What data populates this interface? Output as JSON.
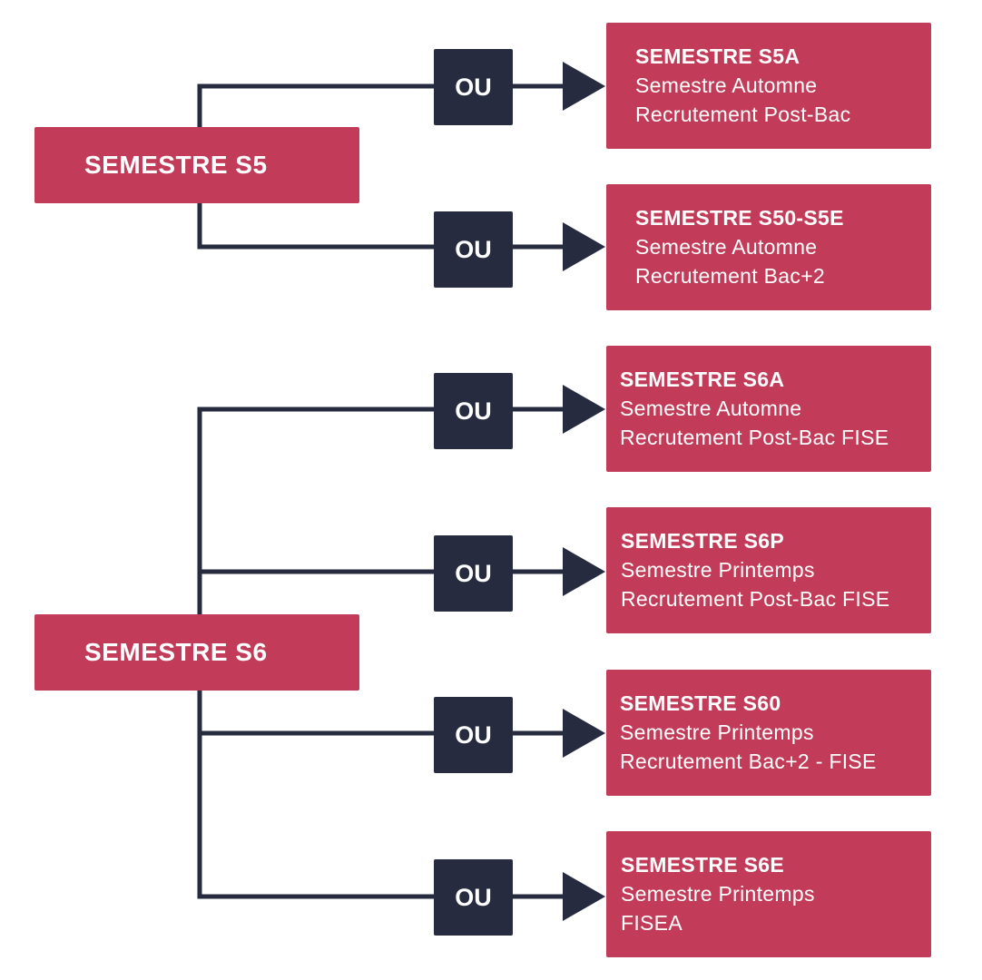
{
  "colors": {
    "accent": "#c23c59",
    "dark": "#262b40",
    "background": "#ffffff"
  },
  "sources": [
    {
      "label": "SEMESTRE S5"
    },
    {
      "label": "SEMESTRE S6"
    }
  ],
  "connector_label": "OU",
  "targets": [
    {
      "title": "SEMESTRE S5A",
      "line1": "Semestre Automne",
      "line2": "Recrutement Post-Bac"
    },
    {
      "title": "SEMESTRE S50-S5E",
      "line1": "Semestre Automne",
      "line2": "Recrutement Bac+2"
    },
    {
      "title": "SEMESTRE S6A",
      "line1": "Semestre Automne",
      "line2": "Recrutement Post-Bac FISE"
    },
    {
      "title": "SEMESTRE S6P",
      "line1": "Semestre Printemps",
      "line2": "Recrutement Post-Bac FISE"
    },
    {
      "title": "SEMESTRE S60",
      "line1": "Semestre Printemps",
      "line2": "Recrutement Bac+2 - FISE"
    },
    {
      "title": "SEMESTRE S6E",
      "line1": "Semestre Printemps",
      "line2": "FISEA"
    }
  ],
  "edges": [
    {
      "from": 0,
      "to": 0
    },
    {
      "from": 0,
      "to": 1
    },
    {
      "from": 1,
      "to": 2
    },
    {
      "from": 1,
      "to": 3
    },
    {
      "from": 1,
      "to": 4
    },
    {
      "from": 1,
      "to": 5
    }
  ]
}
